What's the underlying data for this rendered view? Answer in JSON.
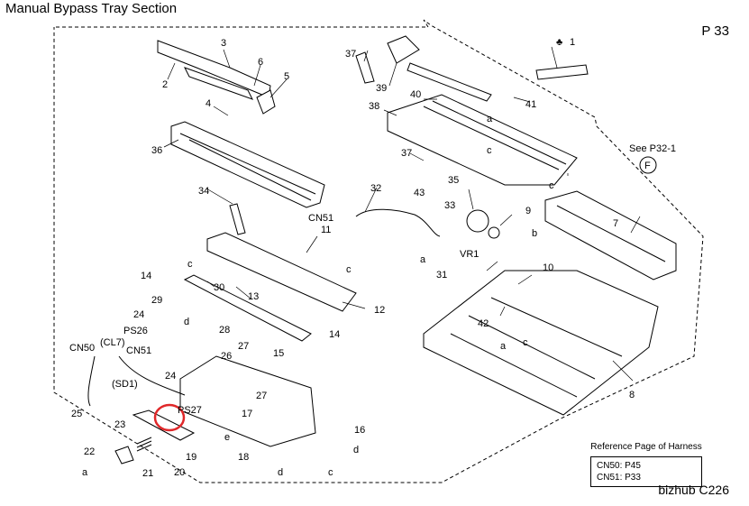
{
  "header": {
    "title": "Manual Bypass Tray Section",
    "page": "P 33"
  },
  "footer": {
    "model": "bizhub C226"
  },
  "reference": {
    "heading": "Reference Page of Harness",
    "lines": [
      "CN50: P45",
      "CN51: P33"
    ]
  },
  "callouts": {
    "see": "See P32-1",
    "f": "F",
    "c1": "♣",
    "n1": "1",
    "n2": "2",
    "n3": "3",
    "n4": "4",
    "n5": "5",
    "n6": "6",
    "n7": "7",
    "n8": "8",
    "n9": "9",
    "n10": "10",
    "n11": "11",
    "n12": "12",
    "n13": "13",
    "n14a": "14",
    "n14b": "14",
    "n15": "15",
    "n16": "16",
    "n17": "17",
    "n18": "18",
    "n19": "19",
    "n20": "20",
    "n21": "21",
    "n22": "22",
    "n23": "23",
    "n24a": "24",
    "n24b": "24",
    "n25": "25",
    "n26": "26",
    "n27a": "27",
    "n27b": "27",
    "n28": "28",
    "n29": "29",
    "n30": "30",
    "n31": "31",
    "n32": "32",
    "n33": "33",
    "n34": "34",
    "n35": "35",
    "n36": "36",
    "n37a": "37",
    "n37b": "37",
    "n38": "38",
    "n39": "39",
    "n40": "40",
    "n41": "41",
    "n42": "42",
    "n43": "43",
    "a1": "a",
    "a2": "a",
    "a3": "a",
    "a4": "a",
    "b1": "b",
    "c1l": "c",
    "c2": "c",
    "c3": "c",
    "c4": "c",
    "c5": "c",
    "c6": "c",
    "d1": "d",
    "d2": "d",
    "d3": "d",
    "e1": "e",
    "cn51a": "CN51",
    "cn51b": "CN51",
    "cn50": "CN50",
    "cl7": "(CL7)",
    "sd1": "(SD1)",
    "ps26": "PS26",
    "ps27": "PS27",
    "vr1": "VR1"
  },
  "colors": {
    "highlight": "#e0282a",
    "line": "#000000"
  }
}
